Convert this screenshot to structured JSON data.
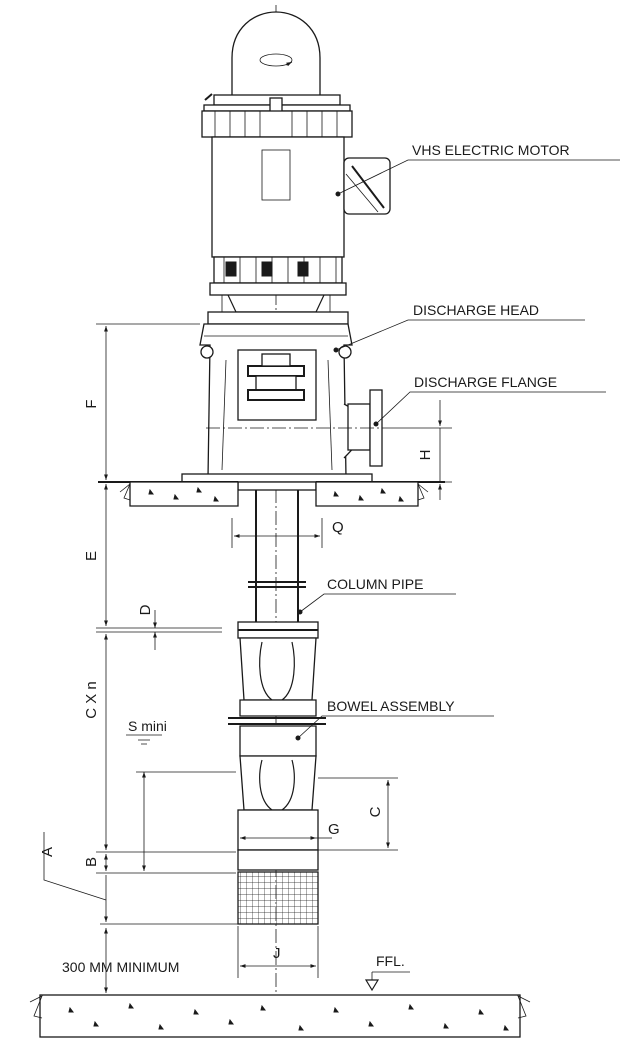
{
  "diagram": {
    "labels": {
      "motor": "VHS ELECTRIC MOTOR",
      "discharge_head": "DISCHARGE HEAD",
      "discharge_flange": "DISCHARGE FLANGE",
      "column_pipe": "COLUMN PIPE",
      "bowel_assembly": "BOWEL ASSEMBLY",
      "min_clearance": "300 MM MINIMUM",
      "ffl": "FFL.",
      "s_mini": "S mini"
    },
    "dimensions": {
      "a": "A",
      "b": "B",
      "c": "C",
      "cxn": "C X n",
      "d": "D",
      "e": "E",
      "f": "F",
      "g": "G",
      "h": "H",
      "j": "J",
      "q": "Q"
    }
  }
}
